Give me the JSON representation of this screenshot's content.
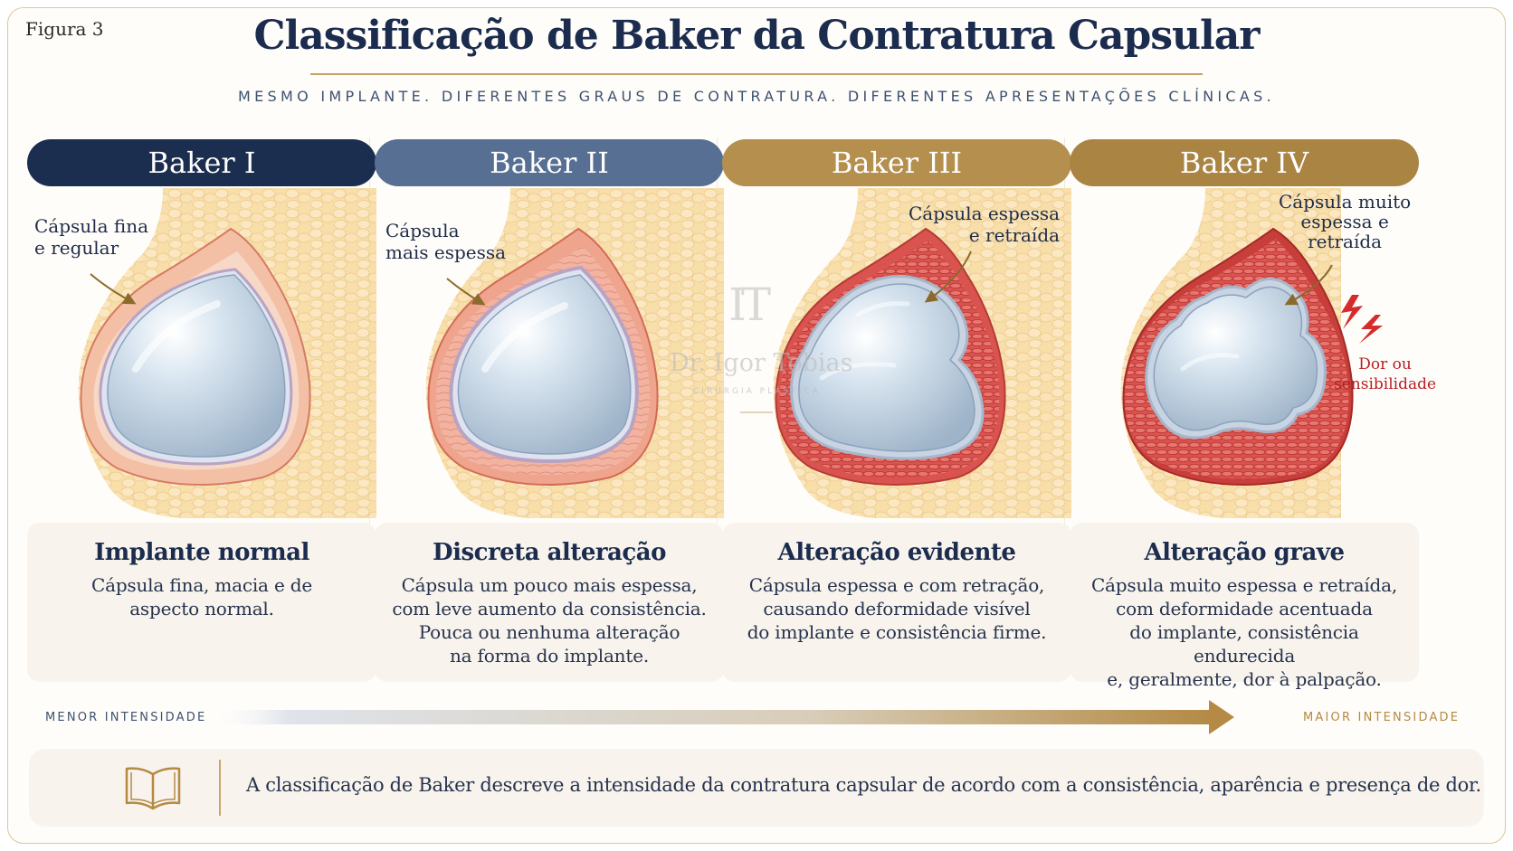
{
  "figure_label": "Figura 3",
  "title": "Classificação de Baker da Contratura Capsular",
  "subtitle": "MESMO IMPLANTE. DIFERENTES GRAUS DE CONTRATURA. DIFERENTES APRESENTAÇÕES CLÍNICAS.",
  "watermark": {
    "monogram": "IT",
    "name": "Dr. Igor Tobias",
    "subtitle": "CIRURGIA PLÁSTICA"
  },
  "grades": [
    {
      "label": "Baker I",
      "color": "#1c2e50",
      "callout": "Cápsula fina\ne regular",
      "card_title": "Implante normal",
      "card_desc": "Cápsula fina, macia e de\naspecto normal."
    },
    {
      "label": "Baker II",
      "color": "#566f92",
      "callout": "Cápsula\nmais espessa",
      "card_title": "Discreta alteração",
      "card_desc": "Cápsula um pouco mais espessa,\ncom leve aumento da consistência.\nPouca ou nenhuma alteração\nna forma do implante."
    },
    {
      "label": "Baker III",
      "color": "#b48f4d",
      "callout": "Cápsula espessa\ne retraída",
      "card_title": "Alteração evidente",
      "card_desc": "Cápsula espessa e com retração,\ncausando deformidade visível\ndo implante e consistência firme."
    },
    {
      "label": "Baker IV",
      "color": "#a98443",
      "callout": "Cápsula muito\nespessa e\nretraída",
      "pain_note": "Dor ou\nsensibilidade",
      "card_title": "Alteração grave",
      "card_desc": "Cápsula muito espessa e retraída,\ncom deformidade acentuada\ndo implante, consistência endurecida\ne, geralmente, dor à palpação."
    }
  ],
  "scale": {
    "min_label": "MENOR INTENSIDADE",
    "max_label": "MAIOR INTENSIDADE",
    "min_color": "#3d5270",
    "max_color": "#b48a44"
  },
  "footer": {
    "icon": "book-icon",
    "text": "A classificação de Baker descreve a intensidade da contratura capsular de acordo com a consistência, aparência e presença de dor."
  }
}
